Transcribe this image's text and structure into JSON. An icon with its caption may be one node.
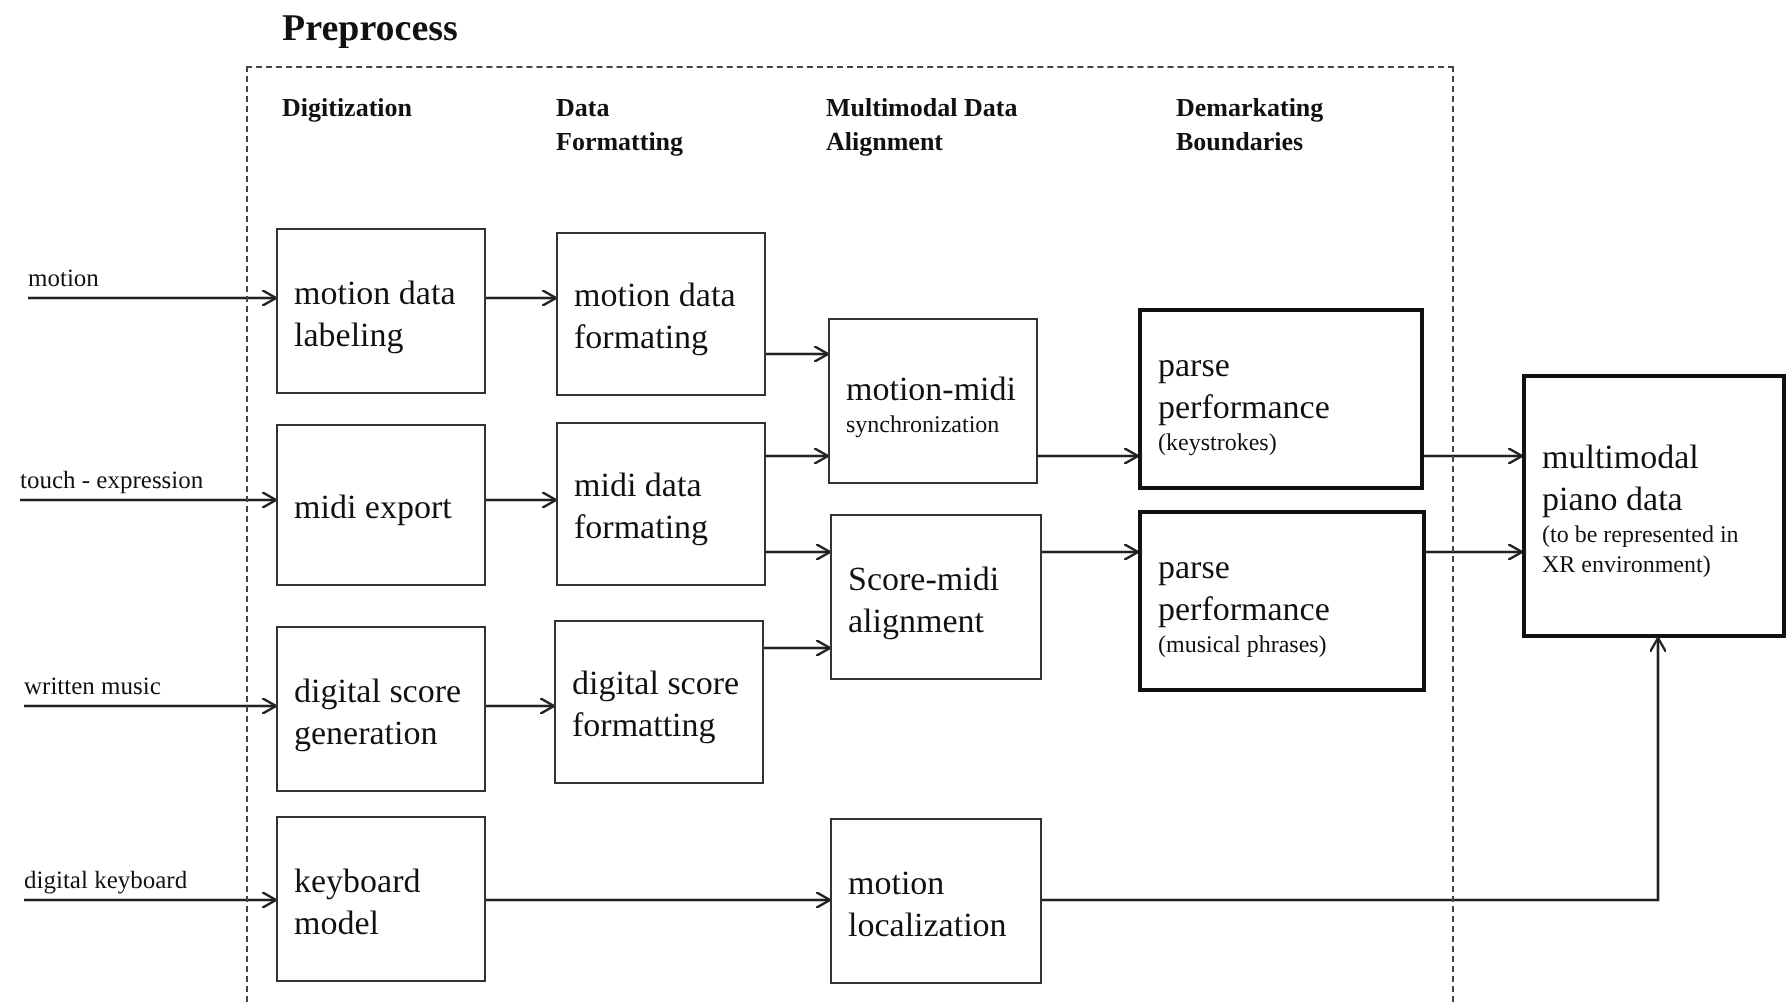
{
  "diagram": {
    "nodes": [
      {
        "text": [
          "Preprocess"
        ]
      },
      {
        "text": [
          "motion"
        ]
      },
      {
        "text": [
          "touch - expression"
        ]
      },
      {
        "text": [
          "written music"
        ]
      },
      {
        "text": [
          "digital keyboard"
        ]
      },
      {
        "text": [
          "motion data labeling"
        ],
        "in": 0
      },
      {
        "text": [
          "midi export"
        ],
        "in": 0
      },
      {
        "text": [
          "digital score generation"
        ],
        "in": 0
      },
      {
        "text": [
          "keyboard model"
        ],
        "in": 0
      },
      {
        "text": [
          "motion data formating"
        ],
        "in": 0
      },
      {
        "text": [
          "midi data formating"
        ],
        "in": 0
      },
      {
        "text": [
          "digital score formatting"
        ],
        "in": 0
      },
      {
        "text": [
          "motion-midi",
          "synchronization"
        ],
        "in": 0
      },
      {
        "text": [
          "Score-midi alignment"
        ],
        "in": 0
      },
      {
        "text": [
          "motion localization"
        ],
        "in": 0
      },
      {
        "text": [
          "parse performance",
          "(keystrokes)"
        ],
        "in": 0
      },
      {
        "text": [
          "parse performance",
          "(musical phrases)"
        ],
        "in": 0
      },
      {
        "text": [
          "multimodal piano data",
          "(to be represented in XR environment)"
        ]
      }
    ],
    "edges": [
      {
        "from": 1,
        "to": 5,
        "arrow": "to"
      },
      {
        "from": 2,
        "to": 6,
        "arrow": "to"
      },
      {
        "from": 3,
        "to": 7,
        "arrow": "to"
      },
      {
        "from": 4,
        "to": 8,
        "arrow": "to"
      },
      {
        "from": 5,
        "to": 9,
        "arrow": "to"
      },
      {
        "from": 6,
        "to": 10,
        "arrow": "to"
      },
      {
        "from": 7,
        "to": 11,
        "arrow": "to"
      },
      {
        "from": 8,
        "to": 14,
        "arrow": "to"
      },
      {
        "from": 9,
        "to": 12,
        "arrow": "to"
      },
      {
        "from": 10,
        "to": 12,
        "arrow": "to"
      },
      {
        "from": 10,
        "to": 13,
        "arrow": "to"
      },
      {
        "from": 11,
        "to": 13,
        "arrow": "to"
      },
      {
        "from": 12,
        "to": 15,
        "arrow": "to"
      },
      {
        "from": 13,
        "to": 16,
        "arrow": "to"
      },
      {
        "from": 15,
        "to": 17,
        "arrow": "to"
      },
      {
        "from": 16,
        "to": 17,
        "arrow": "to"
      },
      {
        "from": 14,
        "to": 17,
        "arrow": "to"
      }
    ],
    "labels": [
      "Digitization",
      "Data Formatting",
      "Multimodal Data Alignment",
      "Demarkating Boundaries"
    ]
  }
}
